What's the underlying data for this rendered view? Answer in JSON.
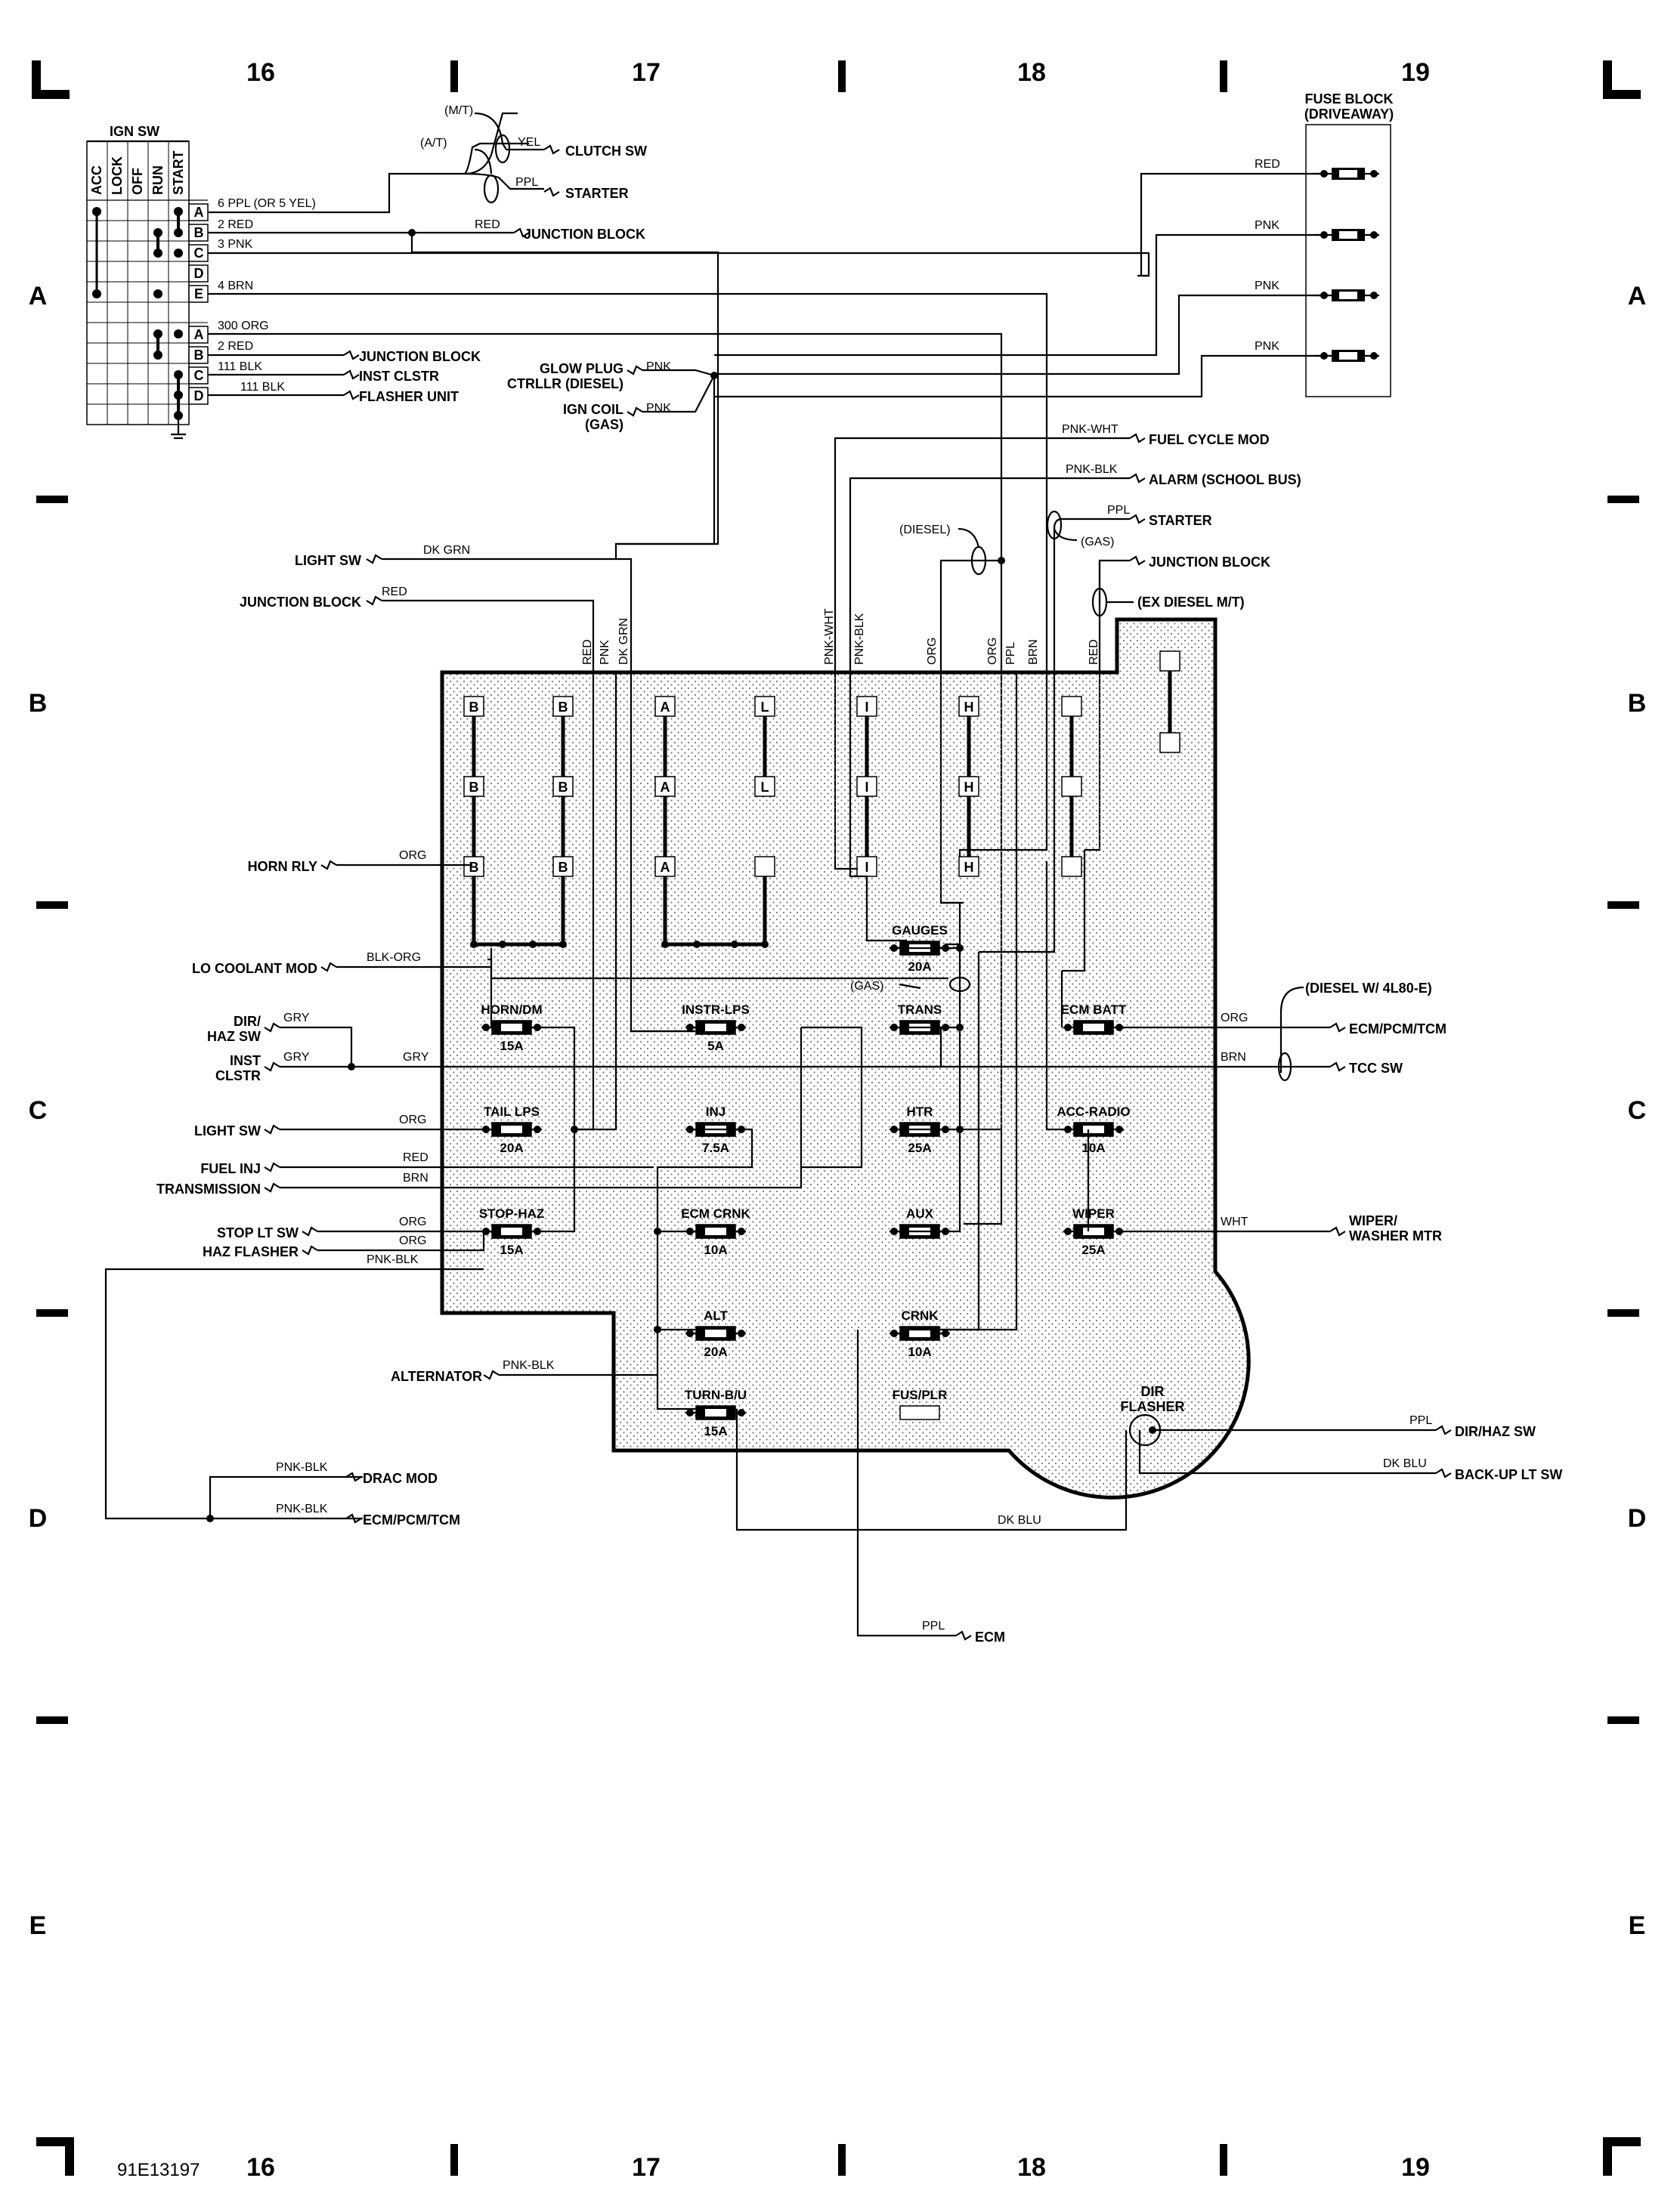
{
  "columns": [
    "16",
    "17",
    "18",
    "19"
  ],
  "rows": [
    "A",
    "B",
    "C",
    "D",
    "E"
  ],
  "doc_code": "91E13197",
  "ign_sw": {
    "title": "IGN SW",
    "positions": [
      "ACC",
      "LOCK",
      "OFF",
      "RUN",
      "START"
    ],
    "terms_top": [
      "A",
      "B",
      "C",
      "D",
      "E"
    ],
    "terms_bot": [
      "A",
      "B",
      "C",
      "D"
    ]
  },
  "fuse_block": {
    "title_1": "FUSE BLOCK",
    "title_2": "(DRIVEAWAY)"
  },
  "wires": {
    "w_6ppl": "6 PPL (OR 5 YEL)",
    "w_2red": "2 RED",
    "w_3pnk": "3 PNK",
    "w_4brn": "4 BRN",
    "w_300org": "300 ORG",
    "w_2red_b": "2 RED",
    "w_111blk": "111 BLK",
    "w_111blk_b": "111 BLK",
    "yel": "YEL",
    "ppl": "PPL",
    "red": "RED",
    "pnk": "PNK",
    "dk_grn": "DK GRN",
    "org": "ORG",
    "brn": "BRN",
    "gry": "GRY",
    "blk_org": "BLK-ORG",
    "pnk_blk": "PNK-BLK",
    "pnk_wht": "PNK-WHT",
    "wht": "WHT",
    "dk_blu": "DK BLU"
  },
  "connectors": {
    "mt": "(M/T)",
    "at": "(A/T)",
    "clutch_sw": "CLUTCH SW",
    "starter": "STARTER",
    "junction_block": "JUNCTION BLOCK",
    "inst_clstr": "INST CLSTR",
    "flasher_unit": "FLASHER UNIT",
    "glow_plug_1": "GLOW PLUG",
    "glow_plug_2": "CTRLLR (DIESEL)",
    "ign_coil_1": "IGN COIL",
    "ign_coil_2": "(GAS)",
    "fuel_cycle_mod": "FUEL CYCLE MOD",
    "alarm": "ALARM (SCHOOL BUS)",
    "diesel": "(DIESEL)",
    "gas": "(GAS)",
    "ex_diesel_mt": "(EX DIESEL M/T)",
    "light_sw": "LIGHT SW",
    "horn_rly": "HORN RLY",
    "lo_coolant_mod": "LO COOLANT MOD",
    "dir_haz_sw_1": "DIR/",
    "dir_haz_sw_2": "HAZ SW",
    "inst_1": "INST",
    "inst_2": "CLSTR",
    "fuel_inj": "FUEL INJ",
    "transmission": "TRANSMISSION",
    "stop_lt_sw": "STOP LT SW",
    "haz_flasher": "HAZ FLASHER",
    "alternator": "ALTERNATOR",
    "drac_mod": "DRAC MOD",
    "ecm_pcm_tcm": "ECM/PCM/TCM",
    "ecm": "ECM",
    "diesel_4l80e": "(DIESEL W/ 4L80-E)",
    "tcc_sw": "TCC SW",
    "wiper_1": "WIPER/",
    "wiper_2": "WASHER MTR",
    "dir_haz_sw": "DIR/HAZ SW",
    "backup_lt_sw": "BACK-UP LT SW"
  },
  "fuses": [
    {
      "name": "GAUGES",
      "rating": "20A"
    },
    {
      "name": "HORN/DM",
      "rating": "15A"
    },
    {
      "name": "INSTR-LPS",
      "rating": "5A"
    },
    {
      "name": "TRANS",
      "rating": ""
    },
    {
      "name": "ECM BATT",
      "rating": ""
    },
    {
      "name": "TAIL LPS",
      "rating": "20A"
    },
    {
      "name": "INJ",
      "rating": "7.5A"
    },
    {
      "name": "HTR",
      "rating": "25A"
    },
    {
      "name": "ACC-RADIO",
      "rating": "10A"
    },
    {
      "name": "STOP-HAZ",
      "rating": "15A"
    },
    {
      "name": "ECM CRNK",
      "rating": "10A"
    },
    {
      "name": "AUX",
      "rating": ""
    },
    {
      "name": "WIPER",
      "rating": "25A"
    },
    {
      "name": "ALT",
      "rating": "20A"
    },
    {
      "name": "CRNK",
      "rating": "10A"
    },
    {
      "name": "TURN-B/U",
      "rating": "15A"
    },
    {
      "name": "FUS/PLR",
      "rating": ""
    }
  ],
  "dir_flasher": {
    "line1": "DIR",
    "line2": "FLASHER"
  },
  "bus_letters": {
    "b": "B",
    "a": "A",
    "l": "L",
    "i": "I",
    "h": "H"
  }
}
